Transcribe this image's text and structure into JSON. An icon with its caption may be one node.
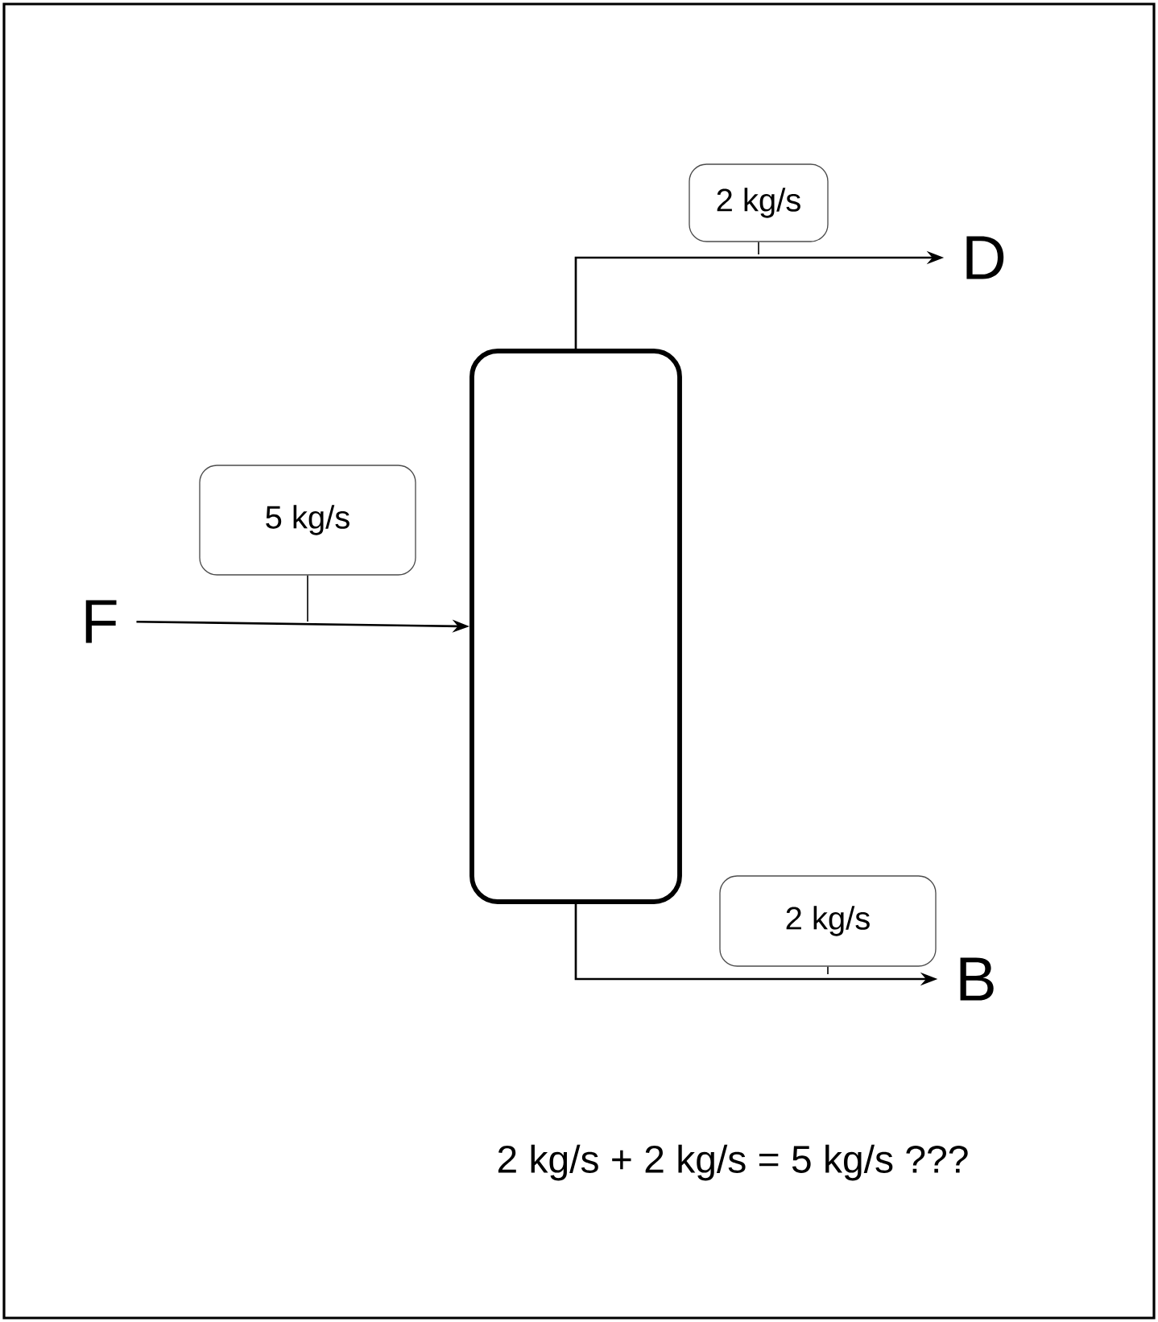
{
  "diagram": {
    "nodes": [
      {
        "text": [
          "F"
        ]
      },
      {
        "text": [],
        "shape": "box"
      },
      {
        "text": [
          "D"
        ]
      },
      {
        "text": [
          "B"
        ]
      },
      {
        "text": [
          "5 kg/s"
        ]
      },
      {
        "text": [
          "2 kg/s"
        ]
      },
      {
        "text": [
          "2 kg/s"
        ]
      }
    ],
    "edges": [
      {
        "from": 0,
        "to": 1,
        "arrow": "to"
      },
      {
        "from": 1,
        "to": 2,
        "arrow": "to"
      },
      {
        "from": 1,
        "to": 3,
        "arrow": "to"
      },
      {
        "from": 4,
        "to": null,
        "arrow": "none"
      },
      {
        "from": 5,
        "to": null,
        "arrow": "none"
      },
      {
        "from": 6,
        "to": null,
        "arrow": "none"
      }
    ],
    "labels": [
      "2 kg/s + 2 kg/s = 5 kg/s ???"
    ]
  }
}
